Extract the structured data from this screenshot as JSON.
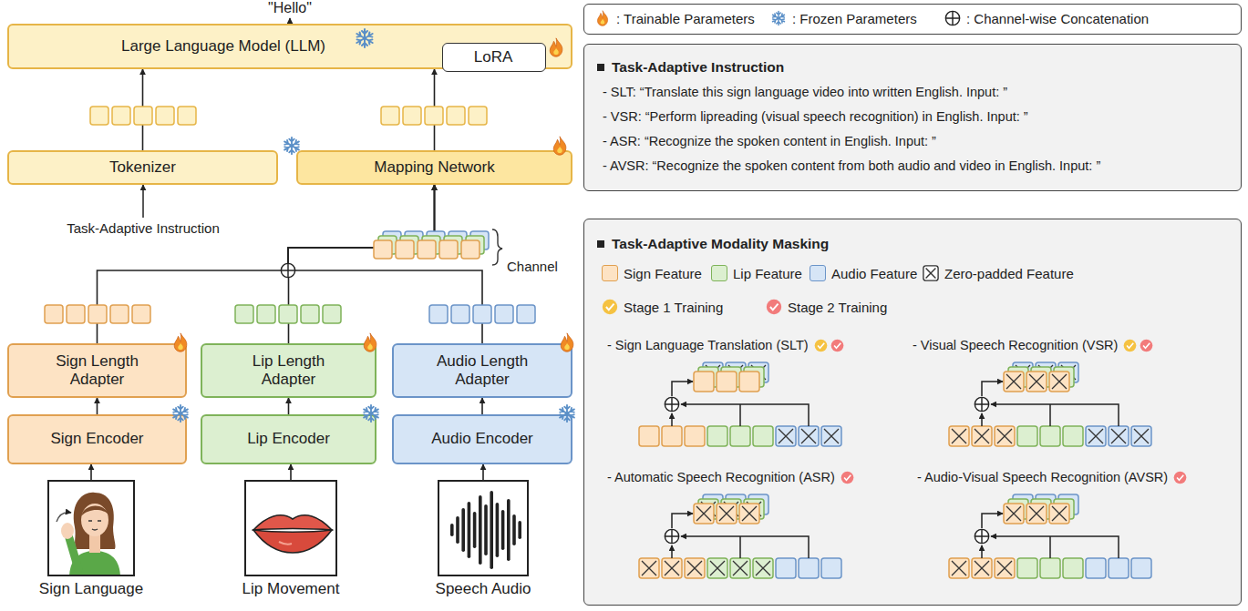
{
  "diagram": {
    "nodes": [
      {
        "text": [
          "Large Language Model (LLM)"
        ]
      },
      {
        "text": [
          "LoRA"
        ],
        "in": 0
      },
      {
        "text": [
          "Tokenizer"
        ]
      },
      {
        "text": [
          "Mapping Network"
        ]
      },
      {
        "text": [
          "Sign Length Adapter"
        ]
      },
      {
        "text": [
          "Lip Length Adapter"
        ]
      },
      {
        "text": [
          "Audio Length Adapter"
        ]
      },
      {
        "text": [
          "Sign Encoder"
        ]
      },
      {
        "text": [
          "Lip Encoder"
        ]
      },
      {
        "text": [
          "Audio Encoder"
        ]
      },
      {
        "text": [
          "Sign Language"
        ]
      },
      {
        "text": [
          "Lip Movement"
        ]
      },
      {
        "text": [
          "Speech Audio"
        ]
      },
      {
        "text": [
          "Task-Adaptive Instruction",
          "- SLT: “Translate this sign language video into written English. Input: ”",
          "- VSR: “Perform lipreading (visual speech recognition) in English. Input: ”",
          "- ASR: “Recognize the spoken content in English. Input: ”",
          "- AVSR: “Recognize the spoken content from both audio and video in English. Input: ”"
        ]
      },
      {
        "text": [
          "Task-Adaptive Modality Masking",
          "- Sign Language Translation (SLT)",
          "- Visual Speech Recognition (VSR)",
          "- Automatic Speech Recognition (ASR)",
          "- Audio-Visual Speech Recognition (AVSR)"
        ]
      }
    ],
    "edges": [
      {
        "from": 2,
        "to": 0,
        "arrow": "to"
      },
      {
        "from": 3,
        "to": 0,
        "arrow": "to"
      },
      {
        "from": 7,
        "to": 4,
        "arrow": "to"
      },
      {
        "from": 8,
        "to": 5,
        "arrow": "to"
      },
      {
        "from": 9,
        "to": 6,
        "arrow": "to"
      },
      {
        "from": 10,
        "to": 7,
        "arrow": "to"
      },
      {
        "from": 11,
        "to": 8,
        "arrow": "to"
      },
      {
        "from": 12,
        "to": 9,
        "arrow": "to"
      },
      {
        "from": 4,
        "to": 3,
        "arrow": "to"
      },
      {
        "from": 5,
        "to": 3,
        "arrow": "to"
      },
      {
        "from": 6,
        "to": 3,
        "arrow": "to"
      }
    ],
    "labels": [
      "\"Hello\"",
      "Task-Adaptive Instruction",
      "Channel"
    ],
    "legend": [
      {
        "text": ": Trainable Parameters"
      },
      {
        "text": ": Frozen Parameters"
      },
      {
        "text": ": Channel-wise Concatenation"
      },
      {
        "text": "Sign Feature",
        "color": "#fde3c4"
      },
      {
        "text": "Lip Feature",
        "color": "#dcefd0"
      },
      {
        "text": "Audio Feature",
        "color": "#d6e5f6"
      },
      {
        "text": "Zero-padded Feature"
      },
      {
        "text": "Stage 1 Training"
      },
      {
        "text": "Stage 2 Training"
      }
    ]
  }
}
